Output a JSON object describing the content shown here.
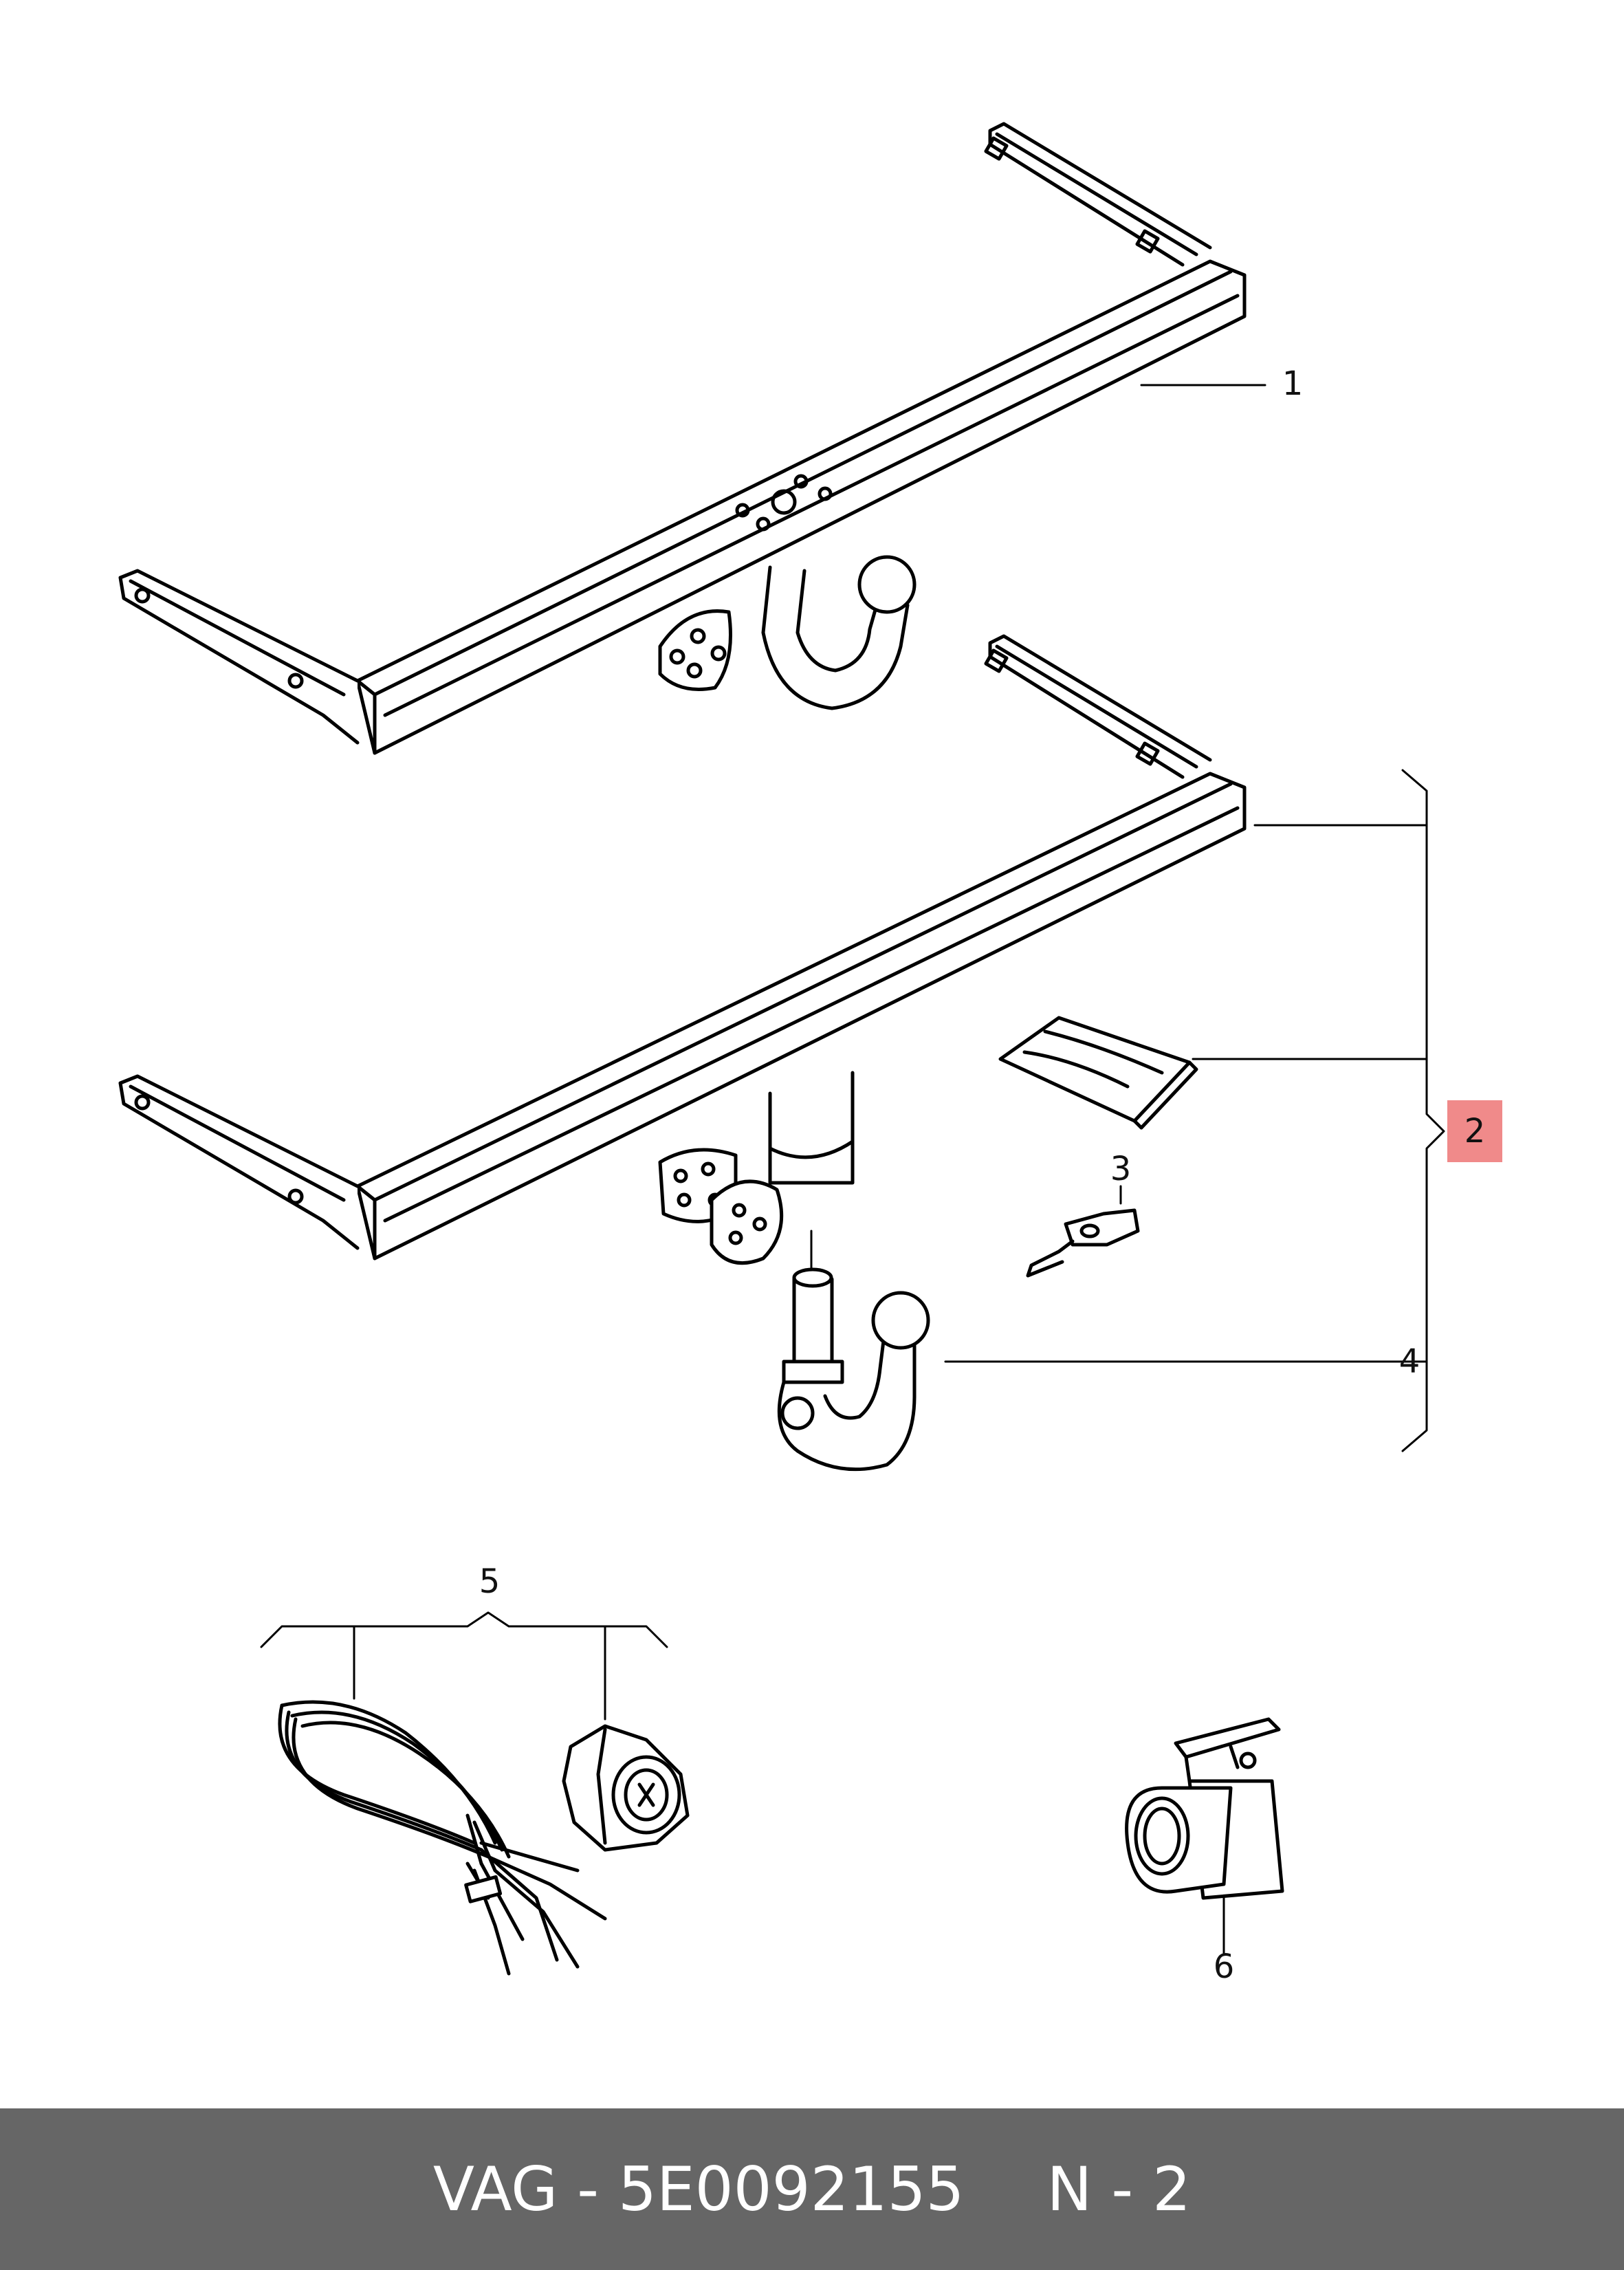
{
  "callouts": {
    "c1": "1",
    "c2": "2",
    "c3": "3",
    "c4": "4",
    "c5": "5",
    "c6": "6"
  },
  "colors": {
    "highlight": "#f08a8a",
    "footer_bg": "#666666",
    "footer_text": "#ffffff",
    "line": "#000000"
  },
  "footer": {
    "part": "VAG - 5E0092155",
    "page": "N - 2"
  }
}
